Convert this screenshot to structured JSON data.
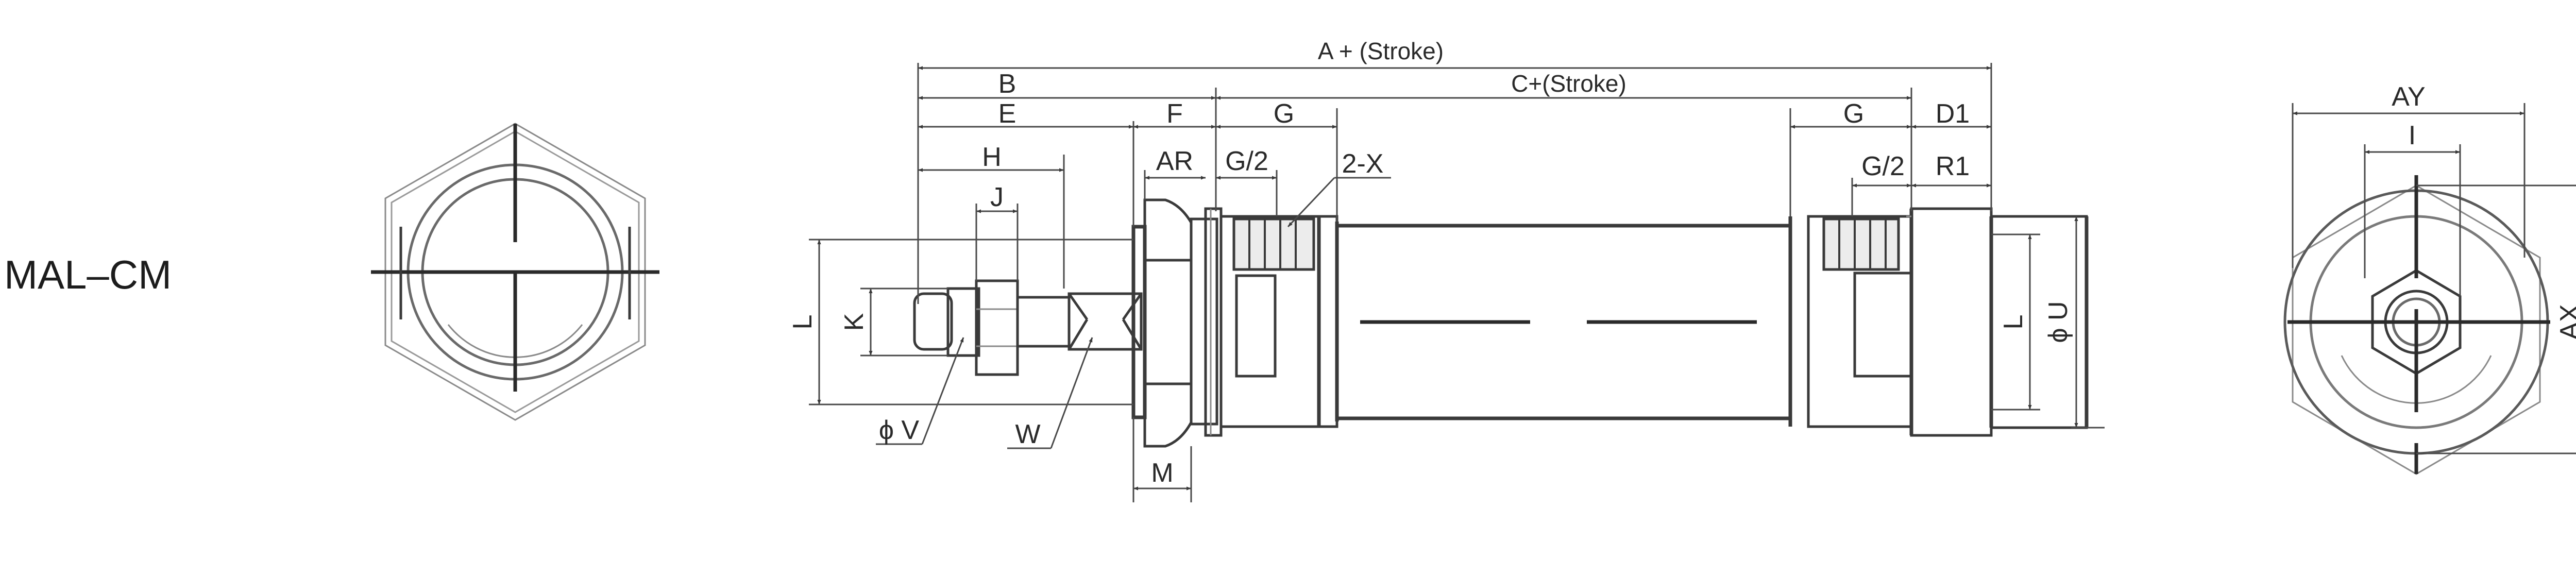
{
  "model": {
    "name": "MAL–CM"
  },
  "dimensions": {
    "A": "A + (Stroke)",
    "B": "B",
    "C": "C+(Stroke)",
    "E": "E",
    "F": "F",
    "G_left": "G",
    "G_right": "G",
    "D1": "D1",
    "H": "H",
    "J": "J",
    "AR": "AR",
    "G2_left": "G/2",
    "X": "2-X",
    "G2_right": "G/2",
    "R1": "R1",
    "L_left": "L",
    "K": "K",
    "V": "ϕ V",
    "W": "W",
    "M": "M",
    "L_right": "L",
    "U": "ϕ U",
    "AY": "AY",
    "I": "I",
    "AX": "AX"
  }
}
